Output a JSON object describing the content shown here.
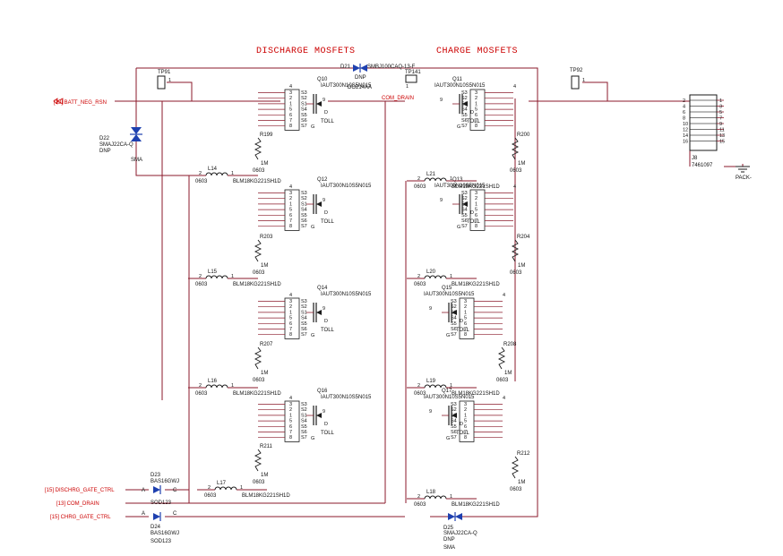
{
  "headers": {
    "discharge": "DISCHARGE MOSFETS",
    "charge": "CHARGE MOSFETS"
  },
  "colors": {
    "wire": "#8b1a2b",
    "part": "#1a1a1a",
    "net": "#cc0000",
    "diode": "#1e40af",
    "bg": "#ffffff"
  },
  "nets": {
    "batt_neg": "[13] BATT_NEG_RSN",
    "com_drain_top": "COM_DRAIN",
    "dischrg_gate": "[15] DISCHRG_GATE_CTRL",
    "com_drain": "[13] COM_DRAIN",
    "chrg_gate": "[15] CHRG_GATE_CTRL",
    "pack_neg": "PACK-"
  },
  "testpoints": {
    "tp91": {
      "ref": "TP91",
      "pin": "1"
    },
    "tp141": {
      "ref": "TP141",
      "pin": "1"
    },
    "tp92": {
      "ref": "TP92",
      "pin": "1"
    }
  },
  "diodes": {
    "d21": {
      "ref": "D21",
      "value": "SMBJ100CAQ-13-F",
      "dnp": "DNP",
      "pkg": "DO214AA"
    },
    "d22": {
      "ref": "D22",
      "value": "SMAJ22CA-Q",
      "dnp": "DNP",
      "pkg": "SMA"
    },
    "d23": {
      "ref": "D23",
      "value": "BAS16GWJ",
      "pkg": "SOD123",
      "a": "A",
      "c": "C"
    },
    "d24": {
      "ref": "D24",
      "value": "BAS16GWJ",
      "pkg": "SOD123",
      "a": "A",
      "c": "C"
    },
    "d25": {
      "ref": "D25",
      "value": "SMAJ22CA-Q",
      "dnp": "DNP",
      "pkg": "SMA"
    }
  },
  "connector": {
    "ref": "J8",
    "value": "7461097",
    "left_pins": [
      "2",
      "4",
      "6",
      "8",
      "10",
      "12",
      "14",
      "16"
    ],
    "right_pins": [
      "1",
      "3",
      "5",
      "7",
      "9",
      "11",
      "13",
      "15"
    ]
  },
  "mosfets": {
    "value": "IAUT300N10S5N015",
    "pkg": "TOLL",
    "drain": "D",
    "gate_pin": "9",
    "drain_pin": "4",
    "source_pins": [
      "3",
      "2",
      "1",
      "5",
      "6",
      "7",
      "8"
    ],
    "source_labels": [
      "S3",
      "S2",
      "S1",
      "S4",
      "S5",
      "S6",
      "S7"
    ],
    "gate_label": "G",
    "refs": {
      "q10": "Q10",
      "q11": "Q11",
      "q12": "Q12",
      "q13": "Q13",
      "q14": "Q14",
      "q15": "Q15",
      "q16": "Q16",
      "q17": "Q17"
    }
  },
  "resistors": {
    "value": "1M",
    "pkg": "0603",
    "refs": {
      "r199": "R199",
      "r200": "R200",
      "r203": "R203",
      "r204": "R204",
      "r207": "R207",
      "r208": "R208",
      "r211": "R211",
      "r212": "R212"
    }
  },
  "ferrites": {
    "value": "BLM18KG221SH1D",
    "pkg": "0603",
    "pin1": "1",
    "pin2": "2",
    "refs": {
      "l14": "L14",
      "l15": "L15",
      "l16": "L16",
      "l17": "L17",
      "l18": "L18",
      "l19": "L19",
      "l20": "L20",
      "l21": "L21"
    }
  }
}
